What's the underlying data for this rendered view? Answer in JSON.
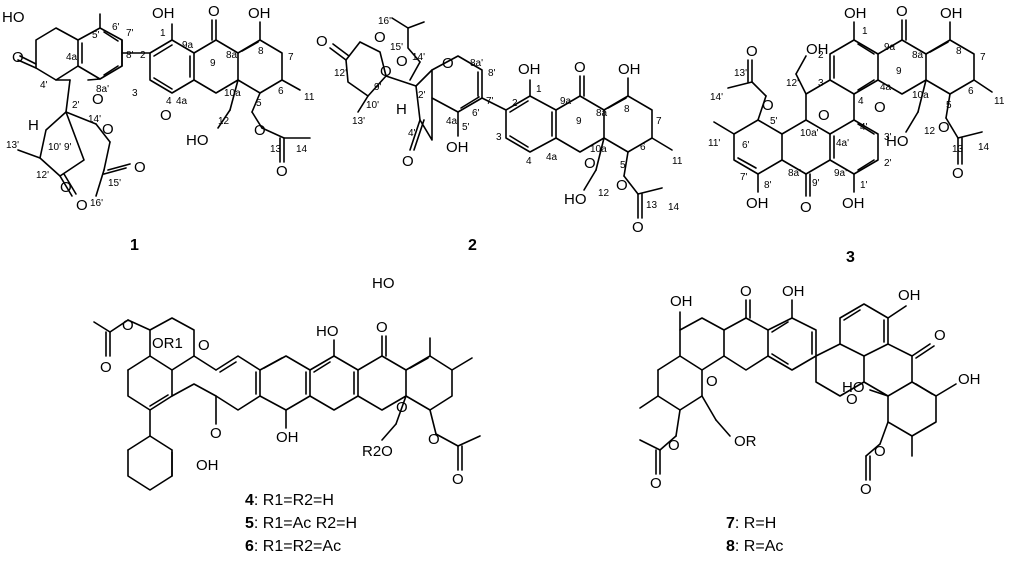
{
  "compounds": [
    {
      "id": "1",
      "label": "1"
    },
    {
      "id": "2",
      "label": "2"
    },
    {
      "id": "3",
      "label": "3"
    }
  ],
  "groups": [
    {
      "id": "456",
      "lines": [
        {
          "num": "4",
          "text": ": R1=R2=H"
        },
        {
          "num": "5",
          "text": ": R1=Ac R2=H"
        },
        {
          "num": "6",
          "text": ": R1=R2=Ac"
        }
      ]
    },
    {
      "id": "78",
      "lines": [
        {
          "num": "7",
          "text": ": R=H"
        },
        {
          "num": "8",
          "text": ": R=Ac"
        }
      ]
    }
  ],
  "atoms": {
    "oh": "OH",
    "ho": "HO",
    "o": "O",
    "h": "H",
    "or1": "OR1",
    "r2o": "R2O",
    "or": "OR"
  },
  "numbering_c1": [
    "5'",
    "6'",
    "7'",
    "8'",
    "4a'",
    "8a'",
    "4'",
    "2'",
    "9'",
    "10'",
    "13'",
    "12'",
    "14'",
    "15'",
    "16'",
    "1",
    "9a",
    "9",
    "8a",
    "8",
    "7",
    "6",
    "11",
    "10a",
    "5",
    "12",
    "13",
    "14",
    "2",
    "3",
    "4",
    "4a"
  ],
  "numbering_c2": [
    "16'",
    "15'",
    "14'",
    "12'",
    "9'",
    "10'",
    "13'",
    "2'",
    "8a'",
    "8'",
    "7'",
    "6'",
    "4a'",
    "4'",
    "5'",
    "1",
    "9a",
    "9",
    "8a",
    "8",
    "7",
    "6",
    "5",
    "11",
    "10a",
    "2",
    "3",
    "4",
    "4a",
    "12",
    "13",
    "14"
  ],
  "numbering_c3": [
    "1",
    "9a",
    "9",
    "8a",
    "8",
    "7",
    "6",
    "5",
    "11",
    "10a",
    "4a",
    "4",
    "2",
    "3",
    "12",
    "13",
    "14",
    "14'",
    "13'",
    "5'",
    "12'",
    "10a'",
    "11'",
    "6'",
    "7'",
    "8'",
    "8a'",
    "9'",
    "9a'",
    "1'",
    "2'",
    "3'",
    "4'",
    "4a'"
  ]
}
